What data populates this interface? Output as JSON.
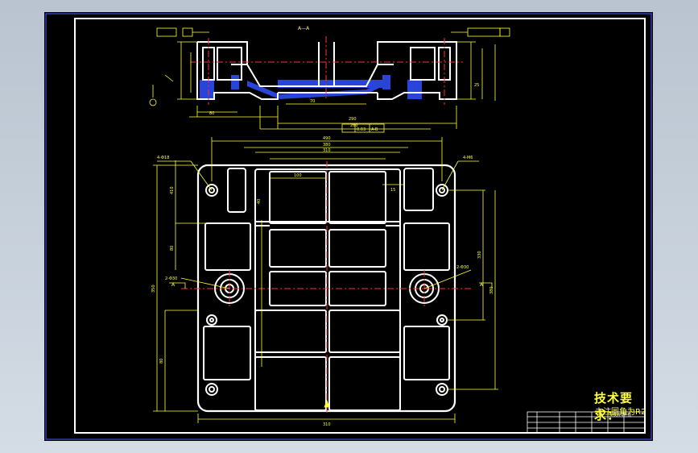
{
  "drawing": {
    "section_label": "A—A",
    "tech_title": "技术要求：",
    "tech_note": "未注圆角为R2",
    "title_block_name": "某模具零件图"
  },
  "dims_section": {
    "bottom_inner": "80",
    "bottom_overall": "290",
    "bottom_mid": "260",
    "center_mid": "70",
    "right_h": "25",
    "flatness": "0.03",
    "datum_ref": "A-B"
  },
  "dims_plan": {
    "top_total": "490",
    "top_inner1": "380",
    "top_inner2": "310",
    "inner_w": "100",
    "hole_label_left": "4-Φ18",
    "hole_label_right": "4-M6",
    "left_span": "410",
    "left_mid": "80",
    "left_total": "350",
    "left_lower": "80",
    "bottom_total": "310",
    "right_mid": "330",
    "right_total": "380",
    "slot_w": "15",
    "slot_d": "40",
    "bolt_left": "2-Φ30",
    "bolt_right": "2-Φ30",
    "section_mark": "A"
  },
  "colors": {
    "background": "#000000",
    "outline": "#ffffff",
    "dimension": "#ffff3a",
    "hatch": "#4060ff",
    "centerline": "#ff3030",
    "frame": "#ffffff",
    "sheet_border": "#4a5cff"
  }
}
